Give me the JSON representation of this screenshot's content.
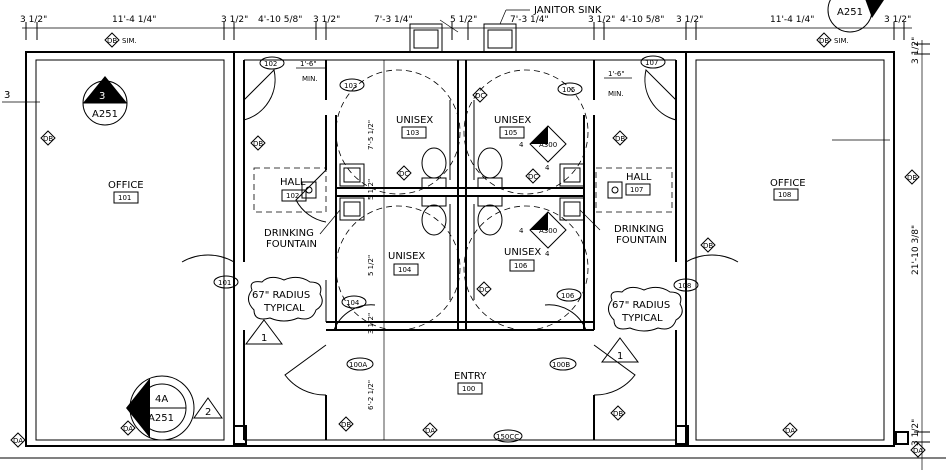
{
  "dimensions_top": [
    "3 1/2\"",
    "11'-4 1/4\"",
    "3 1/2\"",
    "4'-10 5/8\"",
    "3 1/2\"",
    "7'-3 1/4\"",
    "5 1/2\"",
    "7'-3 1/4\"",
    "3 1/2\"",
    "4'-10 5/8\"",
    "3 1/2\"",
    "11'-4 1/4\"",
    "3 1/2\""
  ],
  "dimensions_other": {
    "min_left": "1'-6\"",
    "min_right": "1'-6\"",
    "min_word": "MIN.",
    "v_right_top": "3 1/2\"",
    "v_right_mid": "21'-10 3/8\"",
    "v_right_bottom": "3 1/2\"",
    "v_stall_top": "7'-5 1/2\"",
    "v_stall_mid": "5 1/2\"",
    "v_stall_low": "5 1/2\"",
    "v_entry": "6'-2 1/2\"",
    "v_entry_small": "3 1/2\""
  },
  "rooms": {
    "office_left": {
      "name": "OFFICE",
      "number": "101"
    },
    "office_right": {
      "name": "OFFICE",
      "number": "108"
    },
    "hall_left": {
      "name": "HALL",
      "number": "102"
    },
    "hall_right": {
      "name": "HALL",
      "number": "107"
    },
    "unisex_103": {
      "name": "UNISEX",
      "number": "103"
    },
    "unisex_104": {
      "name": "UNISEX",
      "number": "104"
    },
    "unisex_105": {
      "name": "UNISEX",
      "number": "105"
    },
    "unisex_106": {
      "name": "UNISEX",
      "number": "106"
    },
    "entry": {
      "name": "ENTRY",
      "number": "100"
    }
  },
  "doors": [
    "101",
    "102",
    "103",
    "104",
    "105",
    "106",
    "107",
    "108",
    "100A",
    "100B",
    "150CC"
  ],
  "wall_tags": {
    "DB": "DB",
    "DC": "DC",
    "DA": "DA",
    "sim": "SIM."
  },
  "notes": {
    "janitor_sink": "JANITOR SINK",
    "drinking_left_1": "DRINKING",
    "drinking_left_2": "FOUNTAIN",
    "drinking_right_1": "DRINKING",
    "drinking_right_2": "FOUNTAIN",
    "radius_left_1": "67\" RADIUS",
    "radius_left_2": "TYPICAL",
    "radius_right_1": "67\" RADIUS",
    "radius_right_2": "TYPICAL"
  },
  "callouts": {
    "section_left_num": "3",
    "section_left_sheet": "A251",
    "section_top_right_sheet": "A251",
    "detail_4a_num": "4A",
    "detail_4a_sheet": "A251",
    "elev_upper": "A300",
    "elev_lower": "A300",
    "elev_upper_left": "4",
    "elev_upper_bottom": "4",
    "elev_lower_left": "4",
    "elev_lower_bottom": "4",
    "rev_1a": "1",
    "rev_1b": "1",
    "rev_2": "2",
    "grid_3": "3"
  }
}
